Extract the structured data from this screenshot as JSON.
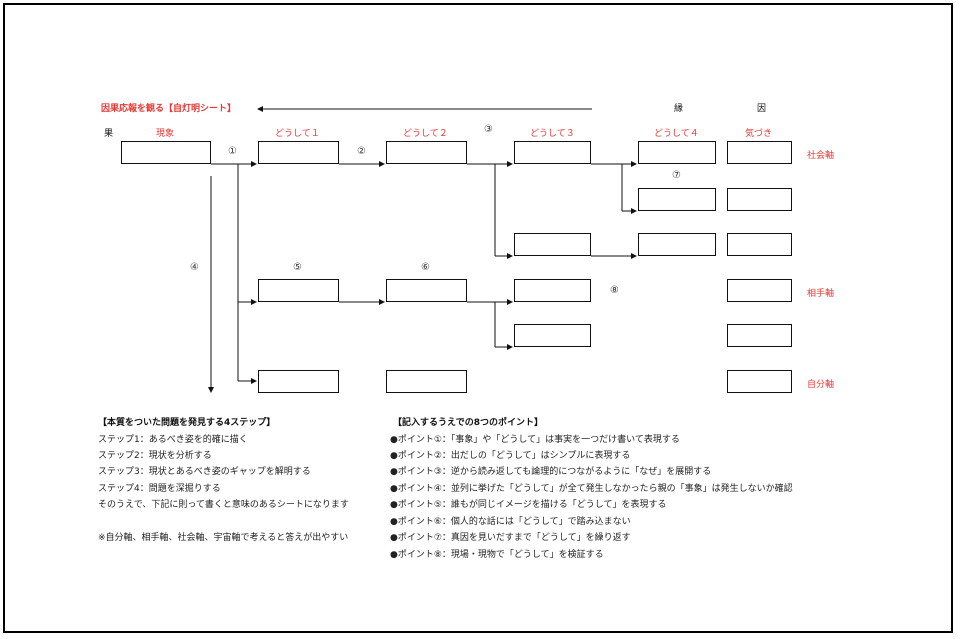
{
  "title": "因果応報を観る【自灯明シート】",
  "headers": {
    "en": "縁",
    "in": "因",
    "ka": "果",
    "genshou": "現象",
    "doushite1": "どうして１",
    "doushite2": "どうして２",
    "doushite3": "どうして３",
    "doushite4": "どうして４",
    "kizuki": "気づき"
  },
  "axes": {
    "shakai": "社会軸",
    "aite": "相手軸",
    "jibun": "自分軸"
  },
  "markers": [
    "①",
    "②",
    "③",
    "④",
    "⑤",
    "⑥",
    "⑦",
    "⑧"
  ],
  "steps": {
    "title": "【本質をついた問題を発見する4ステップ】",
    "items": [
      "ステップ1：あるべき姿を的確に描く",
      "ステップ2：現状を分析する",
      "ステップ3：現状とあるべき姿のギャップを解明する",
      "ステップ4：問題を深掘りする",
      "そのうえで、下記に則って書くと意味のあるシートになります"
    ],
    "note": "※自分軸、相手軸、社会軸、宇宙軸で考えると答えが出やすい"
  },
  "points": {
    "title": "【記入するうえでの8つのポイント】",
    "items": [
      "●ポイント①：「事象」や「どうして」は事実を一つだけ書いて表現する",
      "●ポイント②：出だしの「どうして」はシンプルに表現する",
      "●ポイント③：逆から読み返しても論理的につながるように「なぜ」を展開する",
      "●ポイント④：並列に挙げた「どうして」が全て発生しなかったら親の「事象」は発生しないか確認",
      "●ポイント⑤：誰もが同じイメージを描ける「どうして」を表現する",
      "●ポイント⑥：個人的な話には「どうして」で踏み込まない",
      "●ポイント⑦：真因を見いだすまで「どうして」を繰り返す",
      "●ポイント⑧：現場・現物で「どうして」を検証する"
    ]
  },
  "colors": {
    "accent": "#e53935",
    "line": "#111111"
  }
}
